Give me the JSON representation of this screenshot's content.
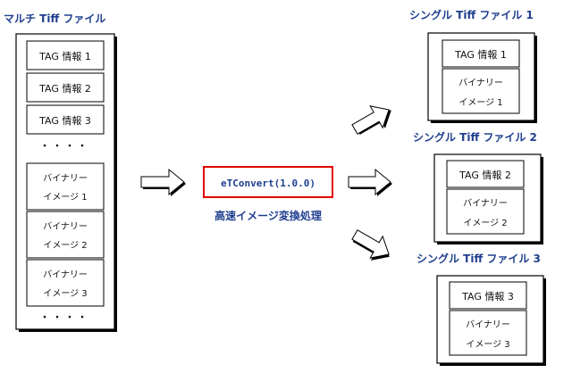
{
  "multi": {
    "title": "マルチ Tiff ファイル",
    "blocks": [
      {
        "label": "TAG 情報 1"
      },
      {
        "label": "TAG 情報 2"
      },
      {
        "label": "TAG 情報 3"
      }
    ],
    "dots_top": "・・・・",
    "images": [
      {
        "line1": "バイナリー",
        "line2": "イメージ 1"
      },
      {
        "line1": "バイナリー",
        "line2": "イメージ 2"
      },
      {
        "line1": "バイナリー",
        "line2": "イメージ 3"
      }
    ],
    "dots_bottom": "・・・・"
  },
  "converter": {
    "label": "eTConvert(1.0.0)",
    "caption": "高速イメージ変換処理",
    "border_color": "#e00000"
  },
  "singles": [
    {
      "title": "シングル Tiff ファイル 1",
      "tag": "TAG 情報 1",
      "img1": "バイナリー",
      "img2": "イメージ 1"
    },
    {
      "title": "シングル Tiff ファイル 2",
      "tag": "TAG 情報 2",
      "img1": "バイナリー",
      "img2": "イメージ 2"
    },
    {
      "title": "シングル Tiff ファイル 3",
      "tag": "TAG 情報 3",
      "img1": "バイナリー",
      "img2": "イメージ 3"
    }
  ]
}
